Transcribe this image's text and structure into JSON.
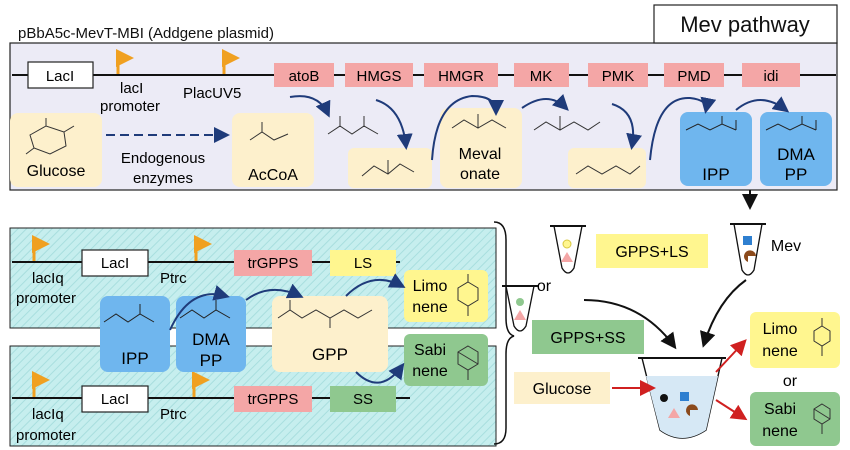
{
  "top_panel": {
    "title": "Mev pathway",
    "plasmid_label": "pBbA5c-MevT-MBI (Addgene plasmid)",
    "laci_gene": "LacI",
    "laci_promoter": [
      "lacI",
      "promoter"
    ],
    "plac_promoter": "PlacUV5",
    "genes": [
      "atoB",
      "HMGS",
      "HMGR",
      "MK",
      "PMK",
      "PMD",
      "idi"
    ],
    "glucose_label": "Glucose",
    "enzymes_label": [
      "Endogenous",
      "enzymes"
    ],
    "accoa_label": "AcCoA",
    "mevalonate_label": [
      "Meval",
      "onate"
    ],
    "ipp_label": "IPP",
    "dmapp_label": [
      "DMA",
      "PP"
    ]
  },
  "bottom_panel": {
    "laciq_promoter": [
      "lacIq",
      "promoter"
    ],
    "laci_gene": "LacI",
    "ptrc_label": "Ptrc",
    "trgpps_label": "trGPPS",
    "ls_label": "LS",
    "ss_label": "SS",
    "ipp_label": "IPP",
    "dmapp_label": [
      "DMA",
      "PP"
    ],
    "gpp_label": "GPP",
    "limonene_label": [
      "Limo",
      "nene"
    ],
    "sabinene_label": [
      "Sabi",
      "nene"
    ]
  },
  "right_panel": {
    "gpps_ls_label": "GPPS+LS",
    "or_label": "or",
    "gpps_ss_label": "GPPS+SS",
    "mev_label": "Mev",
    "glucose_label": "Glucose",
    "limonene_label": [
      "Limo",
      "nene"
    ],
    "or_label_2": "or",
    "sabinene_label": [
      "Sabi",
      "nene"
    ]
  },
  "colors": {
    "gene_pink": "#f4a6a6",
    "yellow": "#fff68f",
    "beige": "#fdf0cc",
    "blue": "#6fb6ee",
    "green": "#8fc88f",
    "teal_hatch": "#bfeaea",
    "promoter_orange": "#f0a020",
    "arrow_navy": "#1f3b7a",
    "arrow_red": "#d02020"
  }
}
